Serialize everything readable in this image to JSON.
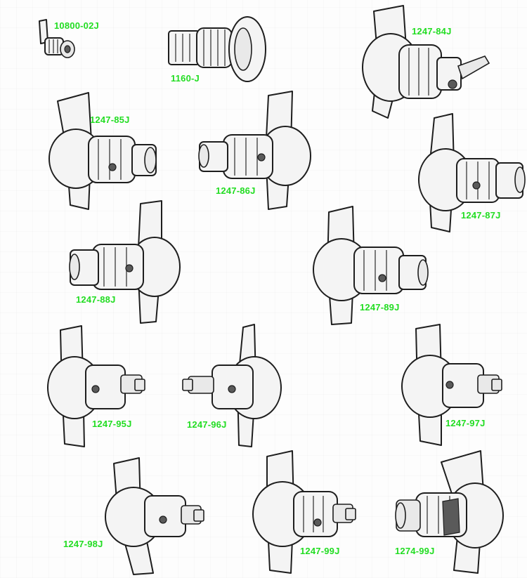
{
  "catalog": {
    "parts": [
      {
        "id": "10800-02J",
        "icon": "cam-lock-small-icon"
      },
      {
        "id": "1160-J",
        "icon": "knob-lock-icon"
      },
      {
        "id": "1247-84J",
        "icon": "wing-knob-lever-lock-icon"
      },
      {
        "id": "1247-85J",
        "icon": "wing-knob-lock-icon"
      },
      {
        "id": "1247-86J",
        "icon": "wing-knob-lock-icon"
      },
      {
        "id": "1247-87J",
        "icon": "wing-knob-lock-icon"
      },
      {
        "id": "1247-88J",
        "icon": "wing-knob-lock-icon"
      },
      {
        "id": "1247-89J",
        "icon": "wing-knob-lock-icon"
      },
      {
        "id": "1247-95J",
        "icon": "wing-knob-cam-lock-icon"
      },
      {
        "id": "1247-96J",
        "icon": "wing-knob-cam-lock-icon"
      },
      {
        "id": "1247-97J",
        "icon": "wing-knob-cam-lock-icon"
      },
      {
        "id": "1247-98J",
        "icon": "wing-knob-cam-lock-icon"
      },
      {
        "id": "1247-99J",
        "icon": "wing-knob-cam-lock-icon"
      },
      {
        "id": "1274-99J",
        "icon": "wing-knob-cam-lock-icon"
      }
    ],
    "label_color": "#22dd22"
  }
}
